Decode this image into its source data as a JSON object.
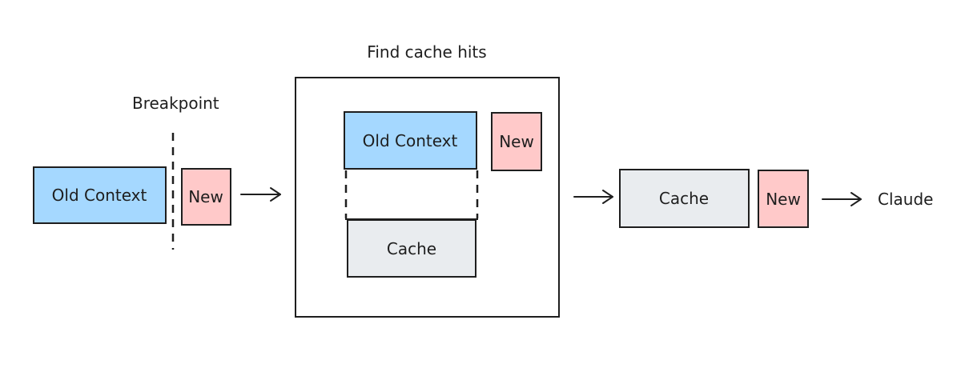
{
  "breakpoint": {
    "label": "Breakpoint"
  },
  "input_blocks": {
    "old_context": "Old Context",
    "new": "New"
  },
  "processor": {
    "title": "Find cache hits",
    "old_context": "Old Context",
    "new": "New",
    "cache": "Cache"
  },
  "output_blocks": {
    "cache": "Cache",
    "new": "New"
  },
  "destination": {
    "label": "Claude"
  },
  "colors": {
    "old_context_fill": "#a5d8ff",
    "new_fill": "#ffc9c9",
    "cache_fill": "#e9ecef",
    "stroke": "#1e1e1e",
    "background": "#ffffff"
  }
}
